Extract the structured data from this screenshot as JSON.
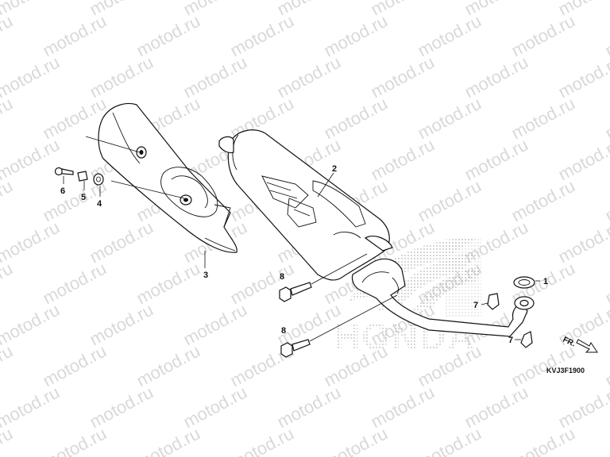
{
  "watermark": {
    "text": "motod.ru"
  },
  "brand": {
    "text": "HONDA"
  },
  "callouts": {
    "p1": "1",
    "p2": "2",
    "p3": "3",
    "p4": "4",
    "p5": "5",
    "p6": "6",
    "p7a": "7",
    "p7b": "7",
    "p8a": "8",
    "p8b": "8"
  },
  "direction": {
    "label": "FR."
  },
  "diagram_code": "KVJ3F1900"
}
